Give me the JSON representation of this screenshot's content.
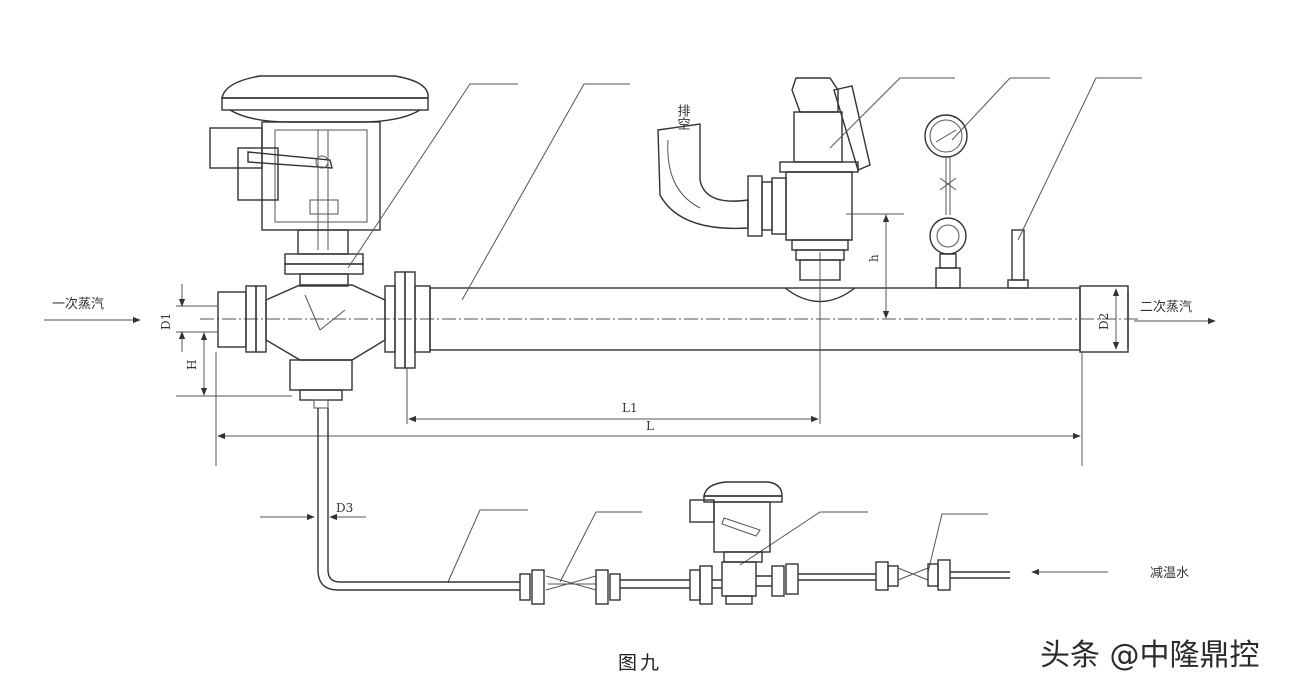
{
  "labels": {
    "inlet": "一次蒸汽",
    "outlet": "二次蒸汽",
    "vent": "排空",
    "water": "减温水",
    "D1": "D1",
    "D2": "D2",
    "D3": "D3",
    "H": "H",
    "h": "h",
    "L": "L",
    "L1": "L1"
  },
  "caption": "图九",
  "watermark": "头条 @中隆鼎控"
}
